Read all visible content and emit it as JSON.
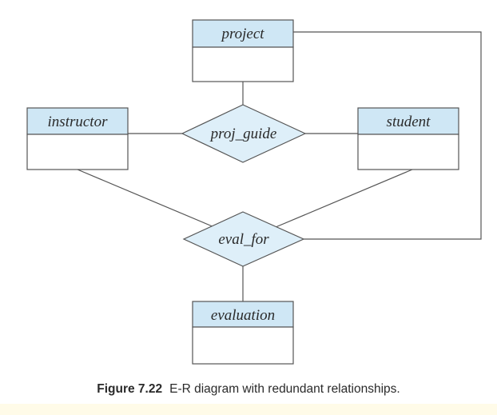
{
  "entities": {
    "project": "project",
    "instructor": "instructor",
    "student": "student",
    "evaluation": "evaluation"
  },
  "relationships": {
    "proj_guide": "proj_guide",
    "eval_for": "eval_for"
  },
  "caption": {
    "figure_number": "Figure 7.22",
    "text": "E-R diagram with redundant relationships."
  },
  "colors": {
    "entity_header": "#cfe7f5",
    "relationship_fill": "#deeff9",
    "line": "#555555"
  }
}
